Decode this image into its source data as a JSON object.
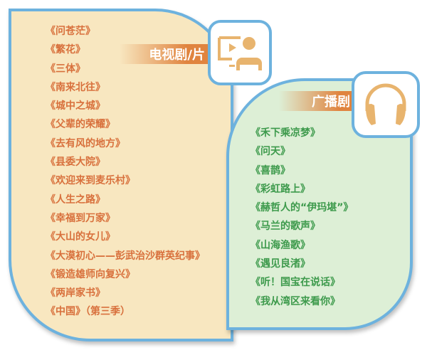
{
  "tv": {
    "heading": "电视剧/片",
    "icon": "tv-viewer-icon",
    "items": [
      "《问苍茫》",
      "《繁花》",
      "《三体》",
      "《南来北往》",
      "《城中之城》",
      "《父辈的荣耀》",
      "《去有风的地方》",
      "《县委大院》",
      "《欢迎来到麦乐村》",
      "《人生之路》",
      "《幸福到万家》",
      "《大山的女儿》",
      "《大漠初心——彭武治沙群英纪事》",
      "《锻造雄师向复兴》",
      "《两岸家书》",
      "《中国》（第三季）"
    ]
  },
  "radio": {
    "heading": "广播剧",
    "icon": "headphones-icon",
    "items": [
      "《禾下乘凉梦》",
      "《问天》",
      "《喜鹊》",
      "《彩虹路上》",
      "《赫哲人的“伊玛堪”》",
      "《马兰的歌声》",
      "《山海渔歌》",
      "《遇见良渚》",
      "《听！国宝在说话》",
      "《我从湾区来看你》"
    ]
  },
  "colors": {
    "border": "#6db2de",
    "tv_bg": "#f8e7c0",
    "radio_bg": "#ddefd6",
    "tv_text": "#d8703c",
    "radio_text": "#3d9a4c",
    "icon": "#e8b46e",
    "banner": "#e0843f"
  }
}
